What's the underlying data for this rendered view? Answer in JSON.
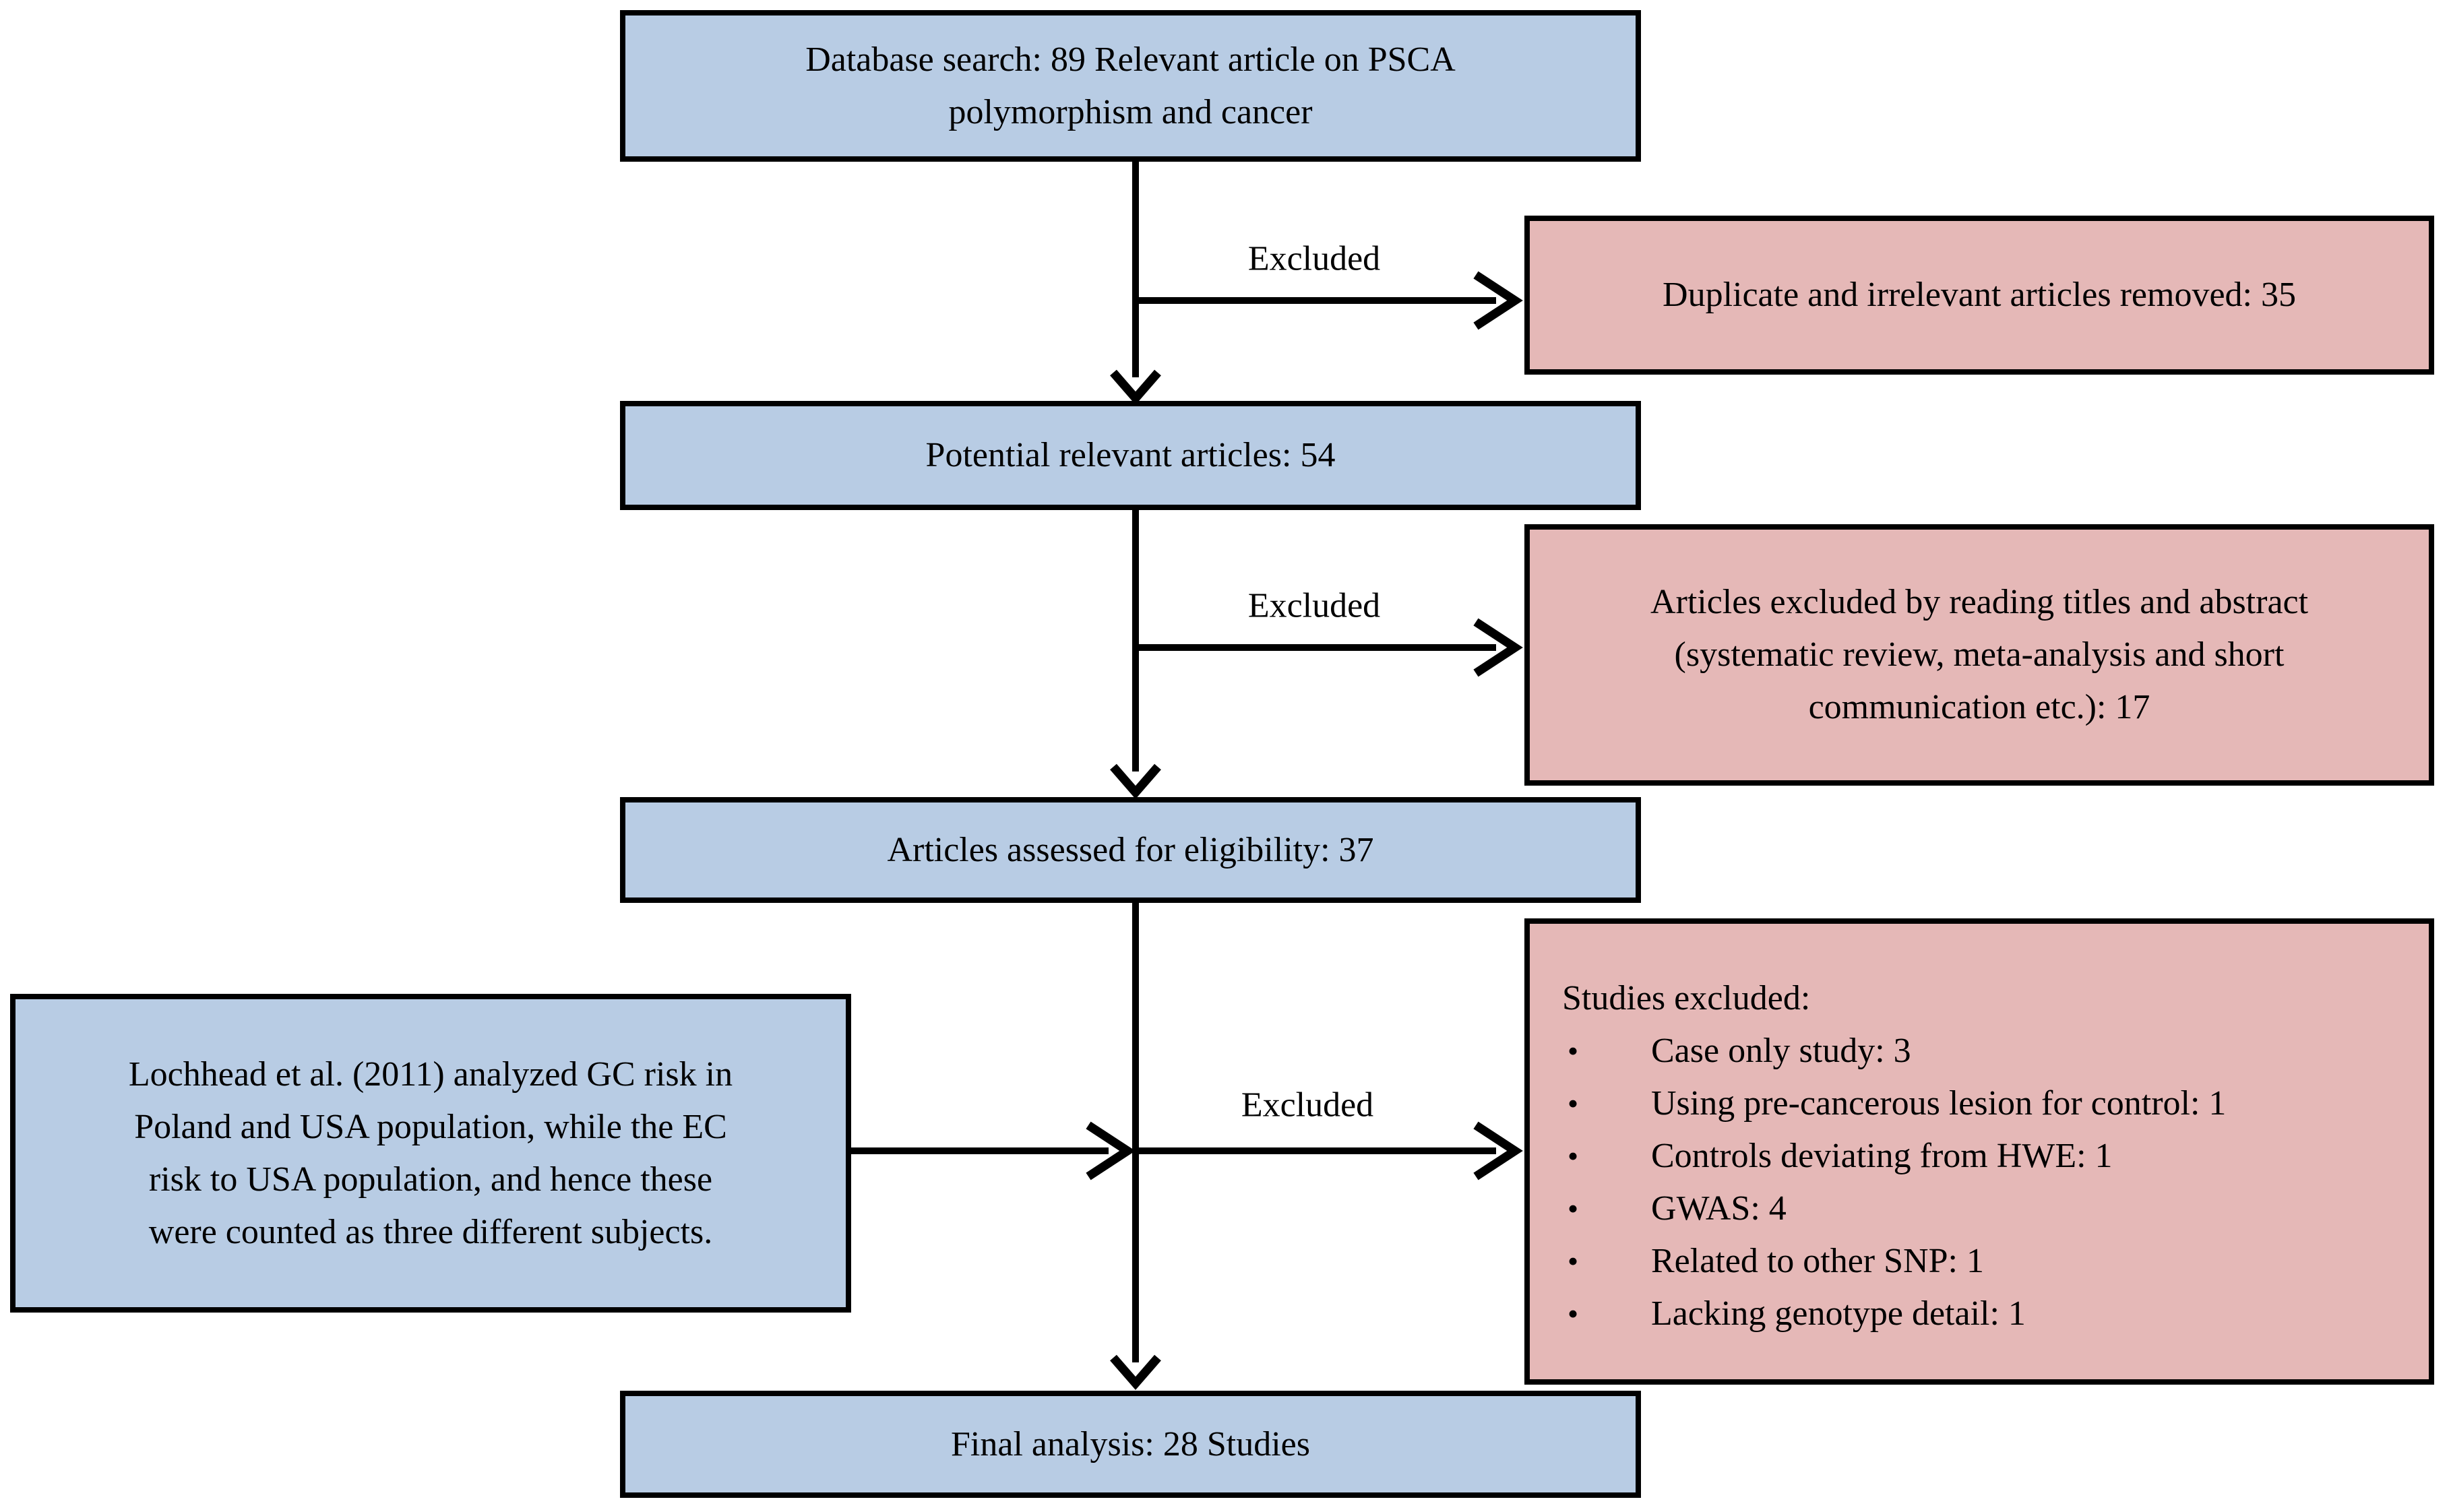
{
  "colors": {
    "box-blue": "#B8CCE4",
    "box-pink": "#E5B8B7",
    "border": "#000000",
    "arrow": "#000000",
    "background": "#FFFFFF"
  },
  "flowchart": {
    "excluded_label": "Excluded",
    "bullet_glyph": "•",
    "database_search": {
      "lines": [
        "Database search: 89 Relevant article on PSCA",
        "polymorphism and cancer"
      ]
    },
    "duplicates_removed": {
      "text": "Duplicate and irrelevant articles removed: 35"
    },
    "potential_articles": {
      "text": "Potential relevant articles: 54"
    },
    "title_abstract_excluded": {
      "lines": [
        "Articles excluded by reading titles and abstract",
        "(systematic review, meta-analysis and short",
        "communication etc.): 17"
      ]
    },
    "assessed_eligibility": {
      "text": "Articles assessed for eligibility: 37"
    },
    "lochhead_note": {
      "lines": [
        "Lochhead et al. (2011) analyzed GC risk in",
        "Poland and USA population, while the EC",
        "risk to USA population, and hence these",
        "were counted as three different subjects."
      ]
    },
    "studies_excluded": {
      "heading": "Studies excluded:",
      "items": [
        "Case only study: 3",
        "Using pre-cancerous lesion for control: 1",
        "Controls deviating from HWE: 1",
        "GWAS: 4",
        "Related to other SNP: 1",
        "Lacking genotype detail: 1"
      ]
    },
    "final_analysis": {
      "text": "Final analysis: 28 Studies"
    }
  }
}
